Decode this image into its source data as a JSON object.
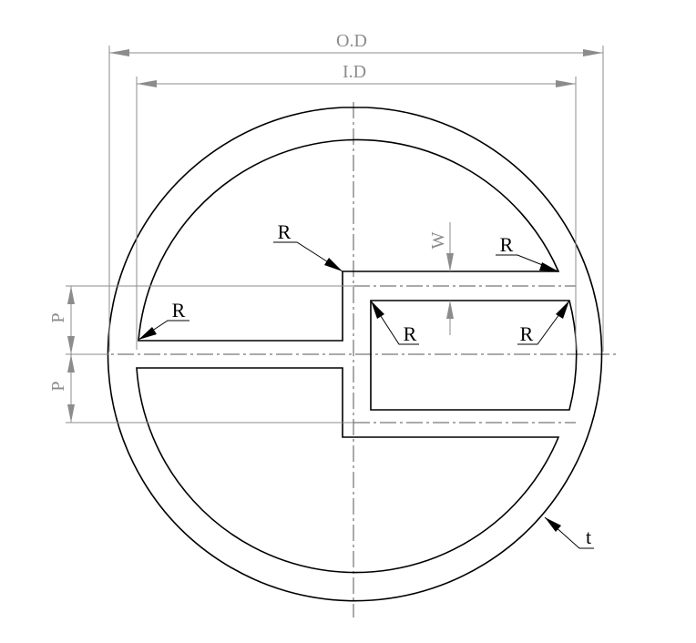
{
  "drawing": {
    "labels": {
      "outer_diameter": "O.D",
      "inner_diameter": "I.D",
      "wall_thickness": "t",
      "slot_width": "W",
      "pitch": "P",
      "radius": "R"
    },
    "colors": {
      "outline": "#000000",
      "dimension": "#8c8c8c",
      "centerline": "#555555",
      "background": "#ffffff"
    }
  }
}
